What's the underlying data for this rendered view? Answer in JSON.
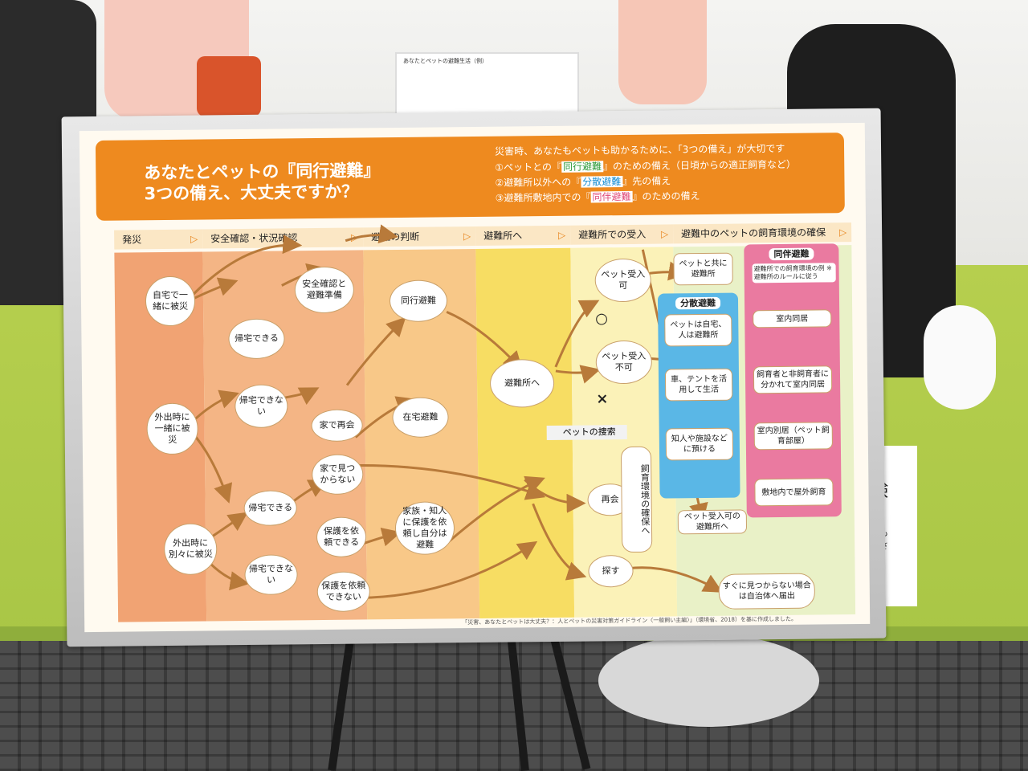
{
  "background_sign": {
    "text": "験",
    "sub": "おも\n重さ"
  },
  "bg_poster": {
    "title": "あなたとペットの避難生活（例）"
  },
  "poster": {
    "title_line1": "あなたとペットの『同行避難』",
    "title_line2": "3つの備え、大丈夫ですか？",
    "intro": "災害時、あなたもペットも助かるために、「3つの備え」が大切です",
    "points": [
      {
        "pre": "①ペットとの『",
        "hl": "同行避難",
        "post": "』のための備え（日頃からの適正飼育など）"
      },
      {
        "pre": "②避難所以外への『",
        "hl": "分散避難",
        "post": "』先の備え"
      },
      {
        "pre": "③避難所敷地内での『",
        "hl": "同伴避難",
        "post": "』のための備え"
      }
    ],
    "stages": [
      "発災",
      "安全確認・状況確認",
      "避難の判断",
      "避難所へ",
      "避難所での受入",
      "避難中のペットの飼育環境の確保"
    ],
    "nodes": {
      "home_together": "自宅で一緒に被災",
      "out_together": "外出時に一緒に被災",
      "out_separate": "外出時に別々に被災",
      "can_return_1": "帰宅できる",
      "cannot_return_1": "帰宅できない",
      "safety_check": "安全確認と避難準備",
      "reunite_home": "家で再会",
      "not_found_home": "家で見つからない",
      "can_return_2": "帰宅できる",
      "cannot_return_2": "帰宅できない",
      "can_request": "保護を依頼できる",
      "cannot_request": "保護を依頼できない",
      "accompany": "同行避難",
      "stay_home": "在宅避難",
      "ask_family": "家族・知人に保護を依頼し自分は避難",
      "to_shelter": "避難所へ",
      "pet_ok": "ペット受入可",
      "pet_ng": "ペット受入不可",
      "search_pet": "ペットの捜索",
      "reunite": "再会",
      "search": "探す",
      "environment": "飼育環境の確保へ",
      "notify": "すぐに見つからない場合は自治体へ届出",
      "with_pet": "ペットと共に避難所",
      "to_ok_shelter": "ペット受入可の避難所へ"
    },
    "dispersed": {
      "title": "分散避難",
      "items": [
        "ペットは自宅、人は避難所",
        "車、テントを活用して生活",
        "知人や施設などに預ける"
      ]
    },
    "companion": {
      "title": "同伴避難",
      "note": "避難所での飼育環境の例 ※避難所のルールに従う",
      "items": [
        "室内同居",
        "飼育者と非飼育者に分かれて室内同居",
        "室内別居（ペット飼育部屋）",
        "敷地内で屋外飼育"
      ]
    },
    "source": "「災害、あなたとペットは大丈夫？：人とペットの災害対策ガイドライン〈一般飼い主編〉」（環境省、2018）を基に作成しました。"
  },
  "colors": {
    "banner": "#ee8a1f",
    "green": "#2e9b3a",
    "blue": "#1a8fd4",
    "pink": "#e04a79"
  }
}
